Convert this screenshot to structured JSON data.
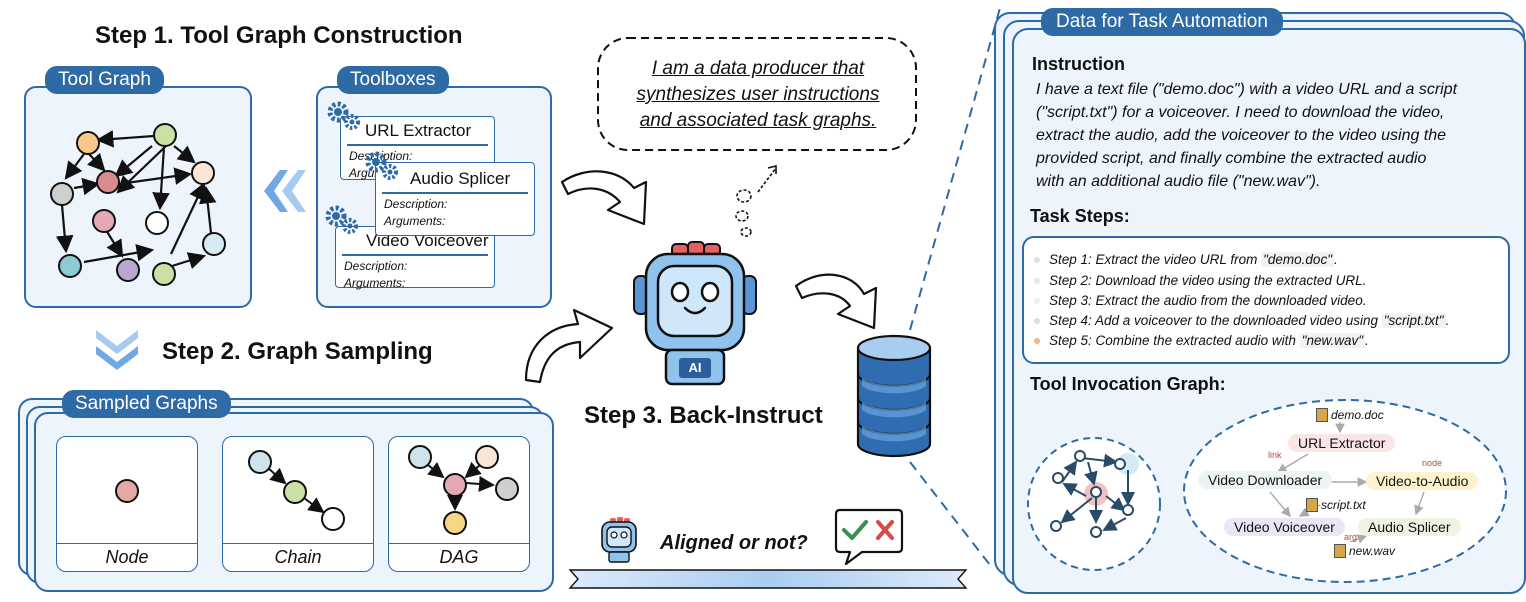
{
  "step1": {
    "title": "Step 1. Tool Graph Construction"
  },
  "tool_graph": {
    "tag": "Tool Graph"
  },
  "toolboxes": {
    "tag": "Toolboxes",
    "cards": [
      {
        "name": "URL Extractor",
        "description": "Description:",
        "arguments": "Arguments:"
      },
      {
        "name": "Audio Splicer",
        "description": "Description:",
        "arguments": "Arguments:"
      },
      {
        "name": "Video Voiceover",
        "description": "Description:",
        "arguments": "Arguments:"
      }
    ]
  },
  "step2": {
    "title": "Step 2. Graph Sampling"
  },
  "sampled_graphs": {
    "tag": "Sampled Graphs",
    "captions": [
      "Node",
      "Chain",
      "DAG"
    ]
  },
  "speech": {
    "lines": [
      "I am a data producer that",
      "synthesizes user instructions",
      "and associated task graphs."
    ]
  },
  "robot": {
    "badge": "AI"
  },
  "step3": {
    "title": "Step 3. Back-Instruct"
  },
  "aligned": {
    "text": "Aligned or not?"
  },
  "task_automation": {
    "tag": "Data for Task Automation",
    "instruction_heading": "Instruction",
    "instruction_lines": [
      "I have a text file (\"demo.doc\") with a video URL and a script",
      "(\"script.txt\") for a voiceover. I need to download the video,",
      "extract the audio, add the voiceover to the video using the",
      "provided script, and finally combine the extracted audio",
      "with an additional audio file (\"new.wav\")."
    ],
    "task_steps_heading": "Task Steps:",
    "steps": [
      {
        "prefix": "Step 1: Extract the video URL from ",
        "code": "\"demo.doc\"",
        "suffix": ".",
        "color": "#e0e0e0"
      },
      {
        "prefix": "Step 2: Download the video using the extracted URL.",
        "code": "",
        "suffix": "",
        "color": "#e6e6e6"
      },
      {
        "prefix": "Step 3: Extract the audio from the downloaded video.",
        "code": "",
        "suffix": "",
        "color": "#eeeeee"
      },
      {
        "prefix": "Step 4: Add a voiceover to the downloaded video using ",
        "code": "\"script.txt\"",
        "suffix": ".",
        "color": "#dddddd"
      },
      {
        "prefix": "Step 5: Combine the extracted audio with ",
        "code": "\"new.wav\"",
        "suffix": ".",
        "color": "#f3b48a"
      }
    ],
    "graph_heading": "Tool Invocation Graph:",
    "graph": {
      "files": [
        "demo.doc",
        "script.txt",
        "new.wav"
      ],
      "tools": [
        "URL Extractor",
        "Video Downloader",
        "Video-to-Audio",
        "Video Voiceover",
        "Audio Splicer"
      ],
      "labels": {
        "link": "link",
        "node": "node",
        "arg": "arg"
      }
    }
  }
}
